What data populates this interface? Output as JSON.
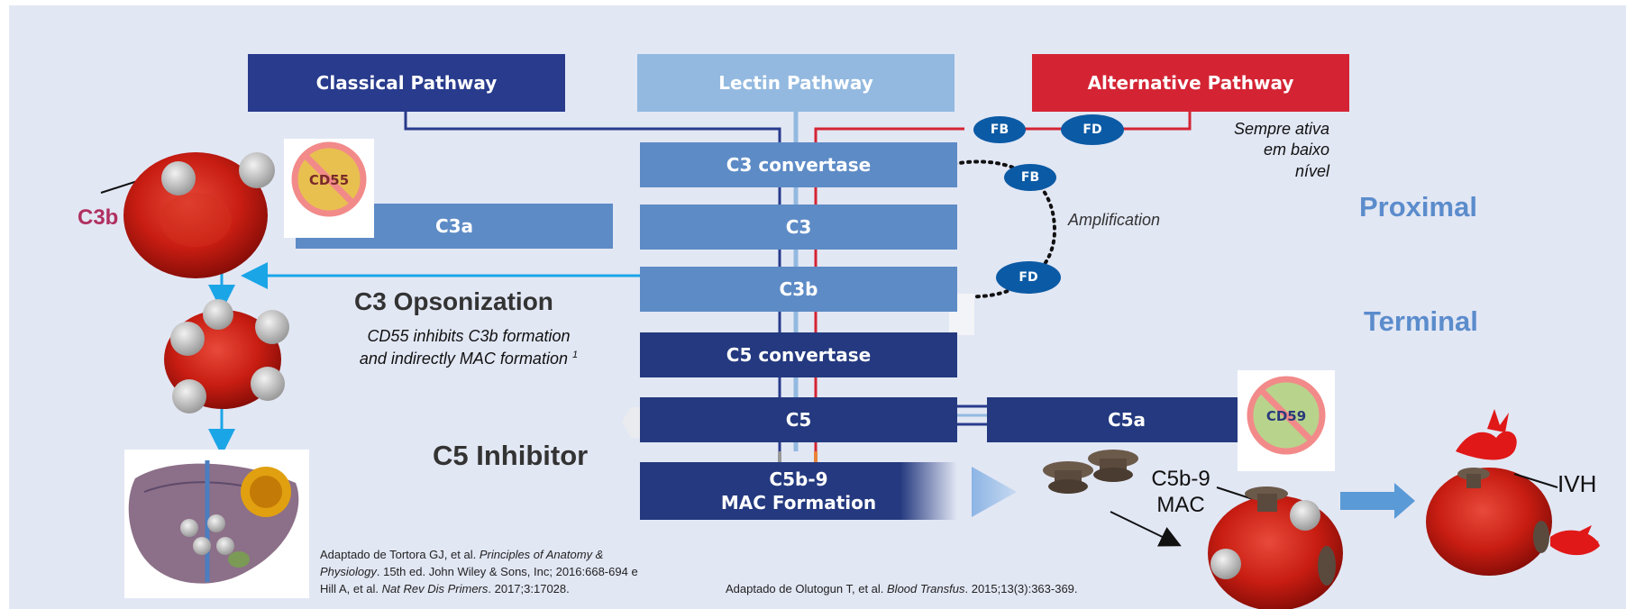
{
  "pathways": {
    "classical": "Classical Pathway",
    "lectin": "Lectin Pathway",
    "alternative": "Alternative Pathway"
  },
  "factors": {
    "fb": "FB",
    "fd": "FD"
  },
  "cascade": {
    "c3_convertase": "C3 convertase",
    "c3": "C3",
    "c3a": "C3a",
    "c3b": "C3b",
    "c5_convertase": "C5 convertase",
    "c5": "C5",
    "c5a": "C5a",
    "c5b9_line1": "C5b-9",
    "c5b9_line2": "MAC Formation"
  },
  "labels": {
    "sempre_ativa_1": "Sempre ativa",
    "sempre_ativa_2": "em baixo",
    "sempre_ativa_3": "nível",
    "amplification": "Amplification",
    "proximal": "Proximal",
    "terminal": "Terminal",
    "c3b_side": "C3b",
    "c3_opsonization": "C3 Opsonization",
    "cd55_note_1": "CD55 inhibits C3b formation",
    "cd55_note_2": "and indirectly MAC formation",
    "cd55_note_sup": "1",
    "c5_inhibitor": "C5 Inhibitor",
    "c5b9_mac_1": "C5b-9",
    "c5b9_mac_2": "MAC",
    "ivh": "IVH",
    "cd55_badge": "CD55",
    "cd59_badge": "CD59"
  },
  "references": {
    "tortora_1a": "Adaptado de Tortora GJ, et al. ",
    "tortora_1b": "Principles of Anatomy &",
    "tortora_2a": "Physiology",
    "tortora_2b": ". 15th ed. John Wiley & Sons, Inc; 2016:668-694 e",
    "tortora_3a": "Hill A, et al. ",
    "tortora_3b": "Nat Rev Dis Primers",
    "tortora_3c": ". 2017;3:17028.",
    "olutogun_a": "Adaptado de Olutogun T, et al. ",
    "olutogun_b": "Blood Transfus",
    "olutogun_c": ". 2015;13(3):363-369."
  },
  "colors": {
    "classical": "#283b8c",
    "lectin": "#93b9e0",
    "alternative": "#d42434",
    "mid_blue": "#5d8bc6",
    "dark_blue": "#24397f",
    "factor_pill": "#0b5aa5",
    "arrow_cyan": "#1aa5e6",
    "proximal_text": "#5b8ccc",
    "c3b_text": "#b03060"
  }
}
